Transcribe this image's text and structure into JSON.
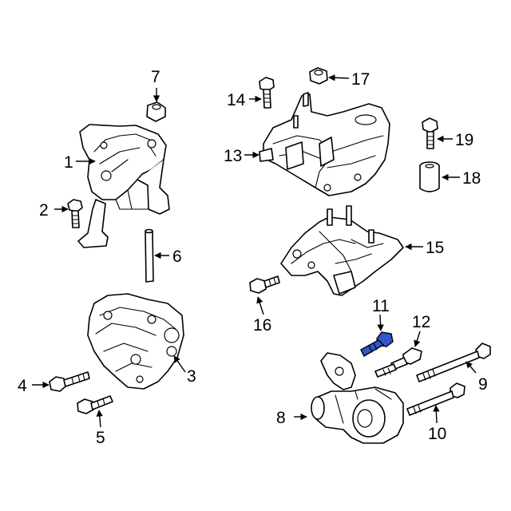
{
  "diagram": {
    "highlight_color": "#3355cc",
    "highlighted_part": "11",
    "callouts": [
      "1",
      "2",
      "3",
      "4",
      "5",
      "6",
      "7",
      "8",
      "9",
      "10",
      "11",
      "12",
      "13",
      "14",
      "15",
      "16",
      "17",
      "18",
      "19"
    ]
  }
}
